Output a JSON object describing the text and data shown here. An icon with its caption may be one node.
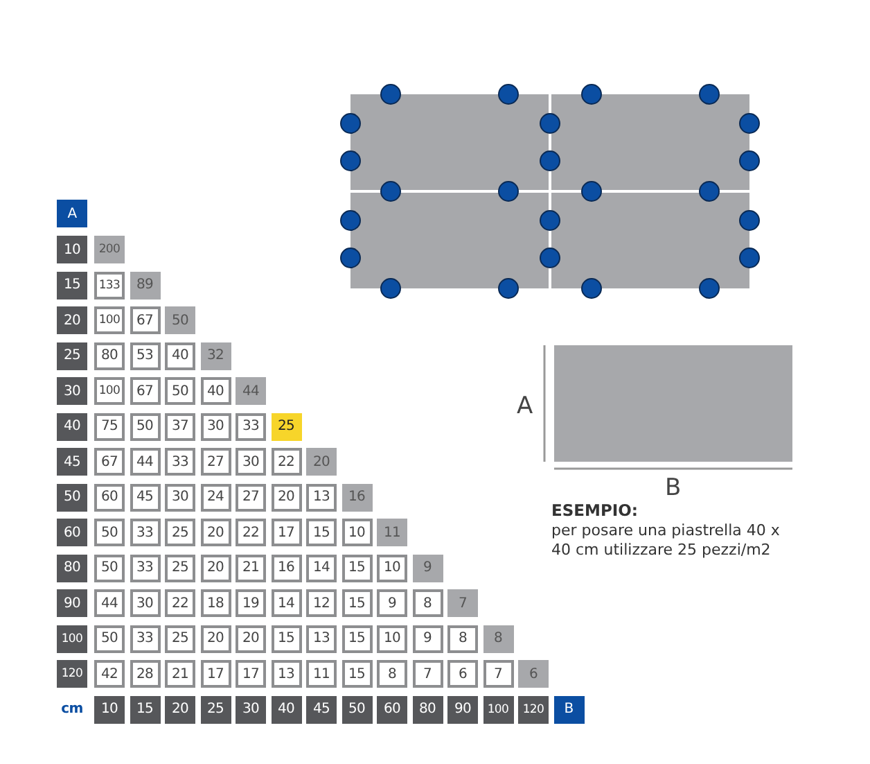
{
  "diagram": {
    "nodes": [
      {
        "text": [],
        "shape": "box"
      }
    ],
    "labels": [
      "A",
      "10",
      "200",
      "15",
      "133",
      "89",
      "20",
      "100",
      "67",
      "50",
      "25",
      "80",
      "53",
      "40",
      "32",
      "30",
      "100",
      "67",
      "50",
      "40",
      "44",
      "40",
      "75",
      "50",
      "37",
      "30",
      "33",
      "25",
      "45",
      "67",
      "44",
      "33",
      "27",
      "30",
      "22",
      "20",
      "50",
      "60",
      "45",
      "30",
      "24",
      "27",
      "20",
      "13",
      "16",
      "60",
      "50",
      "33",
      "25",
      "20",
      "22",
      "17",
      "15",
      "10",
      "11",
      "80",
      "50",
      "33",
      "25",
      "20",
      "21",
      "16",
      "14",
      "15",
      "10",
      "9",
      "90",
      "44",
      "30",
      "22",
      "18",
      "19",
      "14",
      "12",
      "15",
      "9",
      "8",
      "7",
      "100",
      "50",
      "33",
      "25",
      "20",
      "20",
      "15",
      "13",
      "15",
      "10",
      "9",
      "8",
      "8",
      "120",
      "42",
      "28",
      "21",
      "17",
      "17",
      "13",
      "11",
      "15",
      "8",
      "7",
      "6",
      "7",
      "6",
      "cm",
      "10",
      "15",
      "20",
      "25",
      "30",
      "40",
      "45",
      "50",
      "60",
      "80",
      "90",
      "100",
      "120",
      "B",
      "A",
      "B",
      "ESEMPIO:",
      "per posare una piastrella 40 x 40 cm utilizzare 25 pezzi/m2"
    ]
  }
}
